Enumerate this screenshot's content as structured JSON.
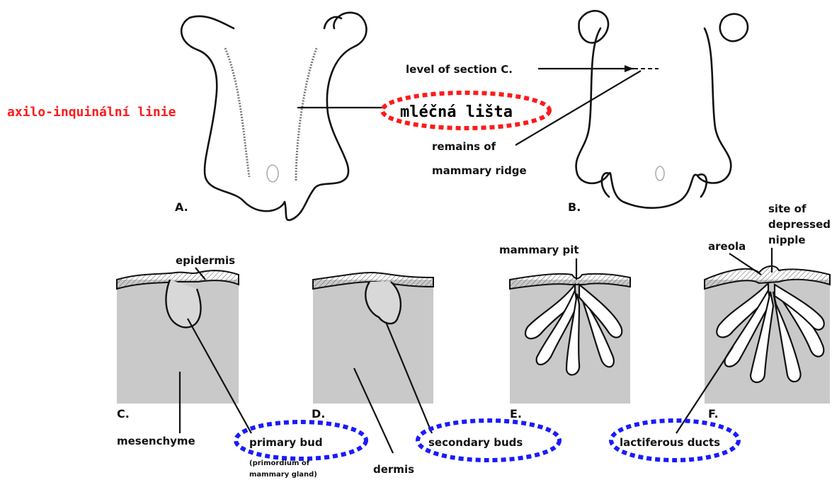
{
  "side_label": "axilo-inquinální linie",
  "highlight_label": "mléčná lišta",
  "panel_a": "A.",
  "panel_b": "B.",
  "panel_c": "C.",
  "panel_d": "D.",
  "panel_e": "E.",
  "panel_f": "F.",
  "level_of_section": "level of section C.",
  "remains_line1": "remains of",
  "remains_line2": "mammary ridge",
  "epidermis": "epidermis",
  "mesenchyme": "mesenchyme",
  "primary_bud": "primary bud",
  "primordium_line1": "(primordium of",
  "primordium_line2": "mammary gland)",
  "dermis": "dermis",
  "secondary_buds": "secondary buds",
  "mammary_pit": "mammary pit",
  "areola": "areola",
  "site_line1": "site of",
  "site_line2": "depressed",
  "site_line3": "nipple",
  "lactiferous_ducts": "lactiferous ducts",
  "colors": {
    "red_ring": "#ff1a1a",
    "blue_ring": "#1a1aff",
    "tissue": "#c9c9c9"
  }
}
